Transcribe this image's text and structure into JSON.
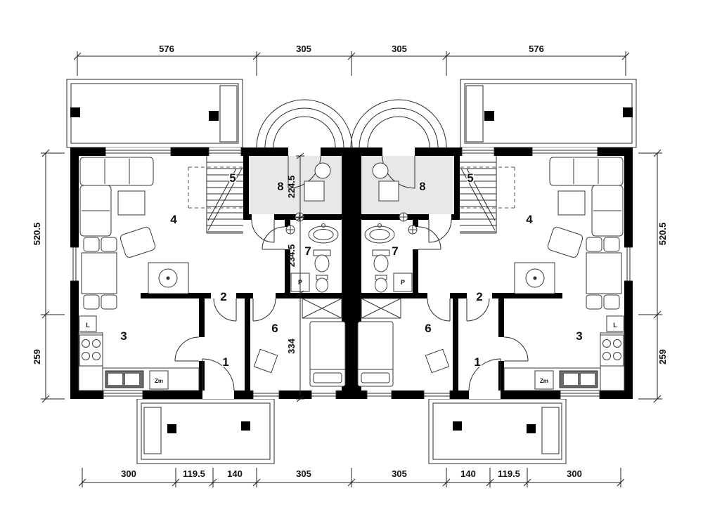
{
  "plan": {
    "type": "semi-detached-house-ground-floor-plan",
    "units": 2,
    "mirrored": true
  },
  "dims": {
    "top": [
      "576",
      "305",
      "305",
      "576"
    ],
    "bottom": [
      "300",
      "119.5",
      "140",
      "305",
      "305",
      "140",
      "119.5",
      "300"
    ],
    "side": [
      "520.5",
      "259"
    ],
    "internal": [
      "224.5",
      "234.5",
      "334"
    ]
  },
  "rooms": [
    "1",
    "2",
    "3",
    "4",
    "5",
    "6",
    "7",
    "8"
  ],
  "appliances": {
    "fridge": "L",
    "dishwasher": "Zm",
    "washing_machine": "P"
  },
  "colors": {
    "wall": "#000000",
    "room8_fill": "#e8e8e8",
    "line": "#222222",
    "background": "#ffffff"
  }
}
